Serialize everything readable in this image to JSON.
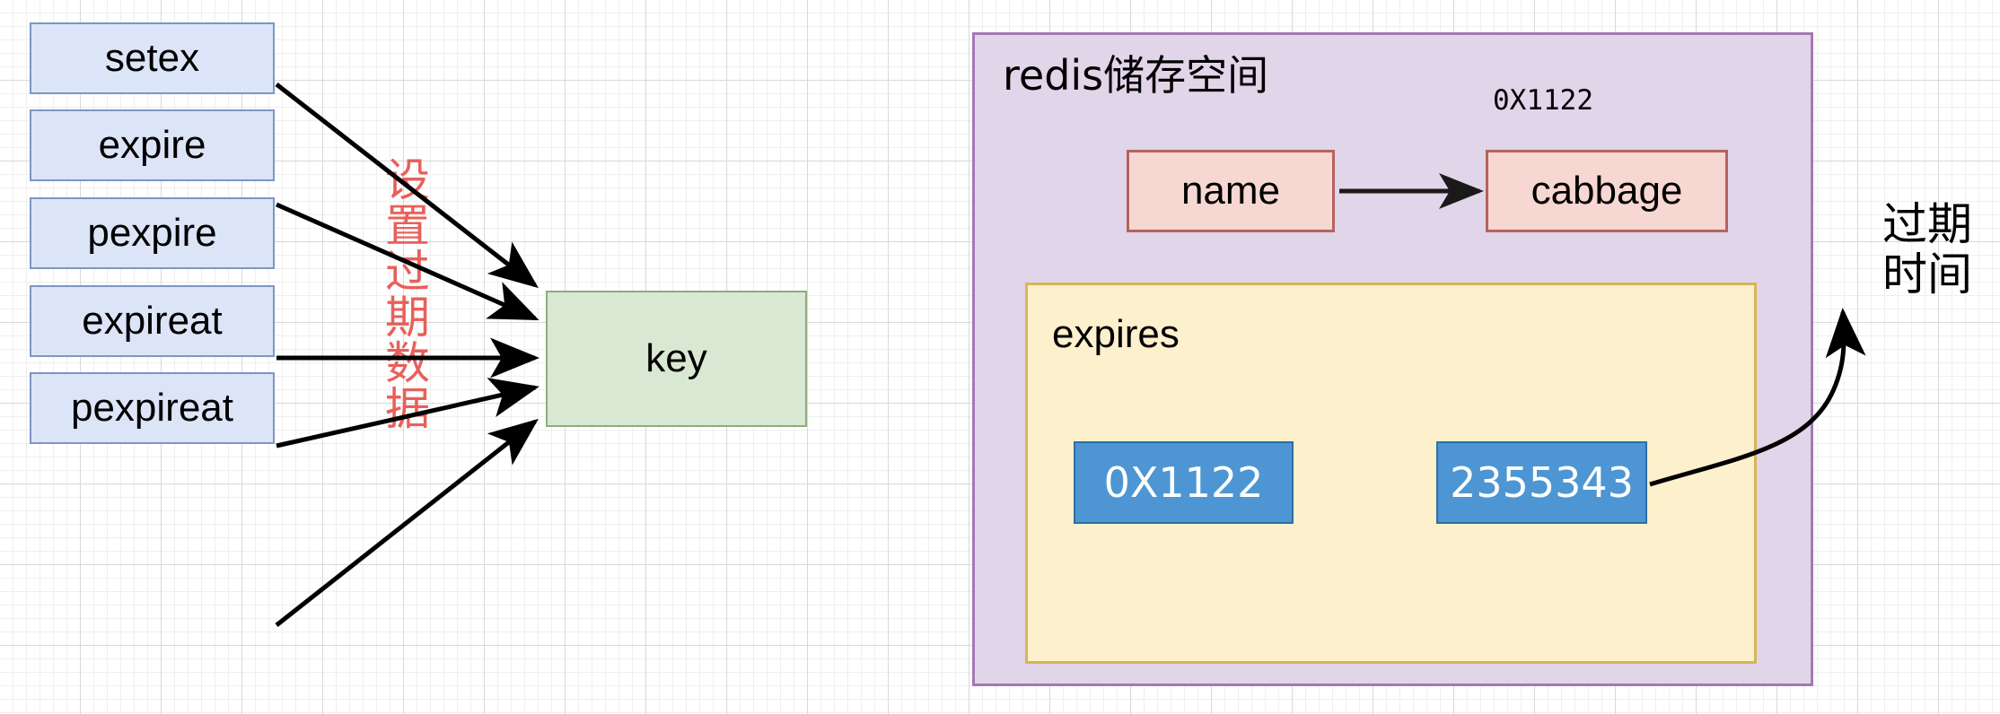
{
  "diagram": {
    "title_note": "redis expire key diagram",
    "commands": [
      {
        "label": "setex"
      },
      {
        "label": "expire"
      },
      {
        "label": "pexpire"
      },
      {
        "label": "expireat"
      },
      {
        "label": "pexpireat"
      }
    ],
    "edge_label_vertical": [
      "设",
      "置",
      "过",
      "期",
      "数",
      "据"
    ],
    "key_node": {
      "label": "key"
    },
    "storage_panel": {
      "title": "redis储存空间",
      "pointer_address_label": "0X1122",
      "entry_key": "name",
      "entry_value": "cabbage",
      "expires_title": "expires",
      "expires_key": "0X1122",
      "expires_value": "2355343"
    },
    "annotation_right": [
      "过期",
      "时间"
    ],
    "colors": {
      "command_fill": "#dce5f8",
      "command_stroke": "#7d96c4",
      "key_fill": "#d9e8d2",
      "key_stroke": "#8dab7b",
      "panel_fill": "#e1d5ea",
      "panel_stroke": "#a678b4",
      "entry_fill": "#f7d7d2",
      "entry_stroke": "#b5635e",
      "expires_fill": "#fcf0cd",
      "expires_stroke": "#d6b656",
      "chip_fill": "#4d96d3",
      "chip_text": "#ffffff",
      "edge_label_color": "#e8605a",
      "arrow_color": "#000000"
    }
  }
}
